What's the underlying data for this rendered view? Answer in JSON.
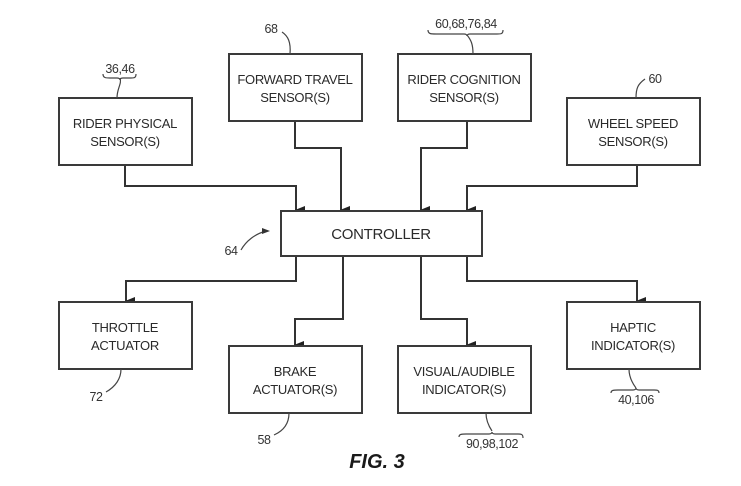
{
  "figure": {
    "caption": "FIG. 3",
    "controller": {
      "label": "CONTROLLER",
      "ref": "64"
    },
    "inputs": [
      {
        "id": "rider-physical",
        "line1": "RIDER PHYSICAL",
        "line2": "SENSOR(S)",
        "ref": "36,46"
      },
      {
        "id": "forward-travel",
        "line1": "FORWARD TRAVEL",
        "line2": "SENSOR(S)",
        "ref": "68"
      },
      {
        "id": "rider-cognition",
        "line1": "RIDER COGNITION",
        "line2": "SENSOR(S)",
        "ref": "60,68,76,84"
      },
      {
        "id": "wheel-speed",
        "line1": "WHEEL SPEED",
        "line2": "SENSOR(S)",
        "ref": "60"
      }
    ],
    "outputs": [
      {
        "id": "throttle-actuator",
        "line1": "THROTTLE",
        "line2": "ACTUATOR",
        "ref": "72"
      },
      {
        "id": "brake-actuator",
        "line1": "BRAKE",
        "line2": "ACTUATOR(S)",
        "ref": "58"
      },
      {
        "id": "visual-audible-indicator",
        "line1": "VISUAL/AUDIBLE",
        "line2": "INDICATOR(S)",
        "ref": "90,98,102"
      },
      {
        "id": "haptic-indicator",
        "line1": "HAPTIC",
        "line2": "INDICATOR(S)",
        "ref": "40,106"
      }
    ],
    "connections": [
      {
        "from": "rider-physical",
        "to": "controller"
      },
      {
        "from": "forward-travel",
        "to": "controller"
      },
      {
        "from": "rider-cognition",
        "to": "controller"
      },
      {
        "from": "wheel-speed",
        "to": "controller"
      },
      {
        "from": "controller",
        "to": "throttle-actuator"
      },
      {
        "from": "controller",
        "to": "brake-actuator"
      },
      {
        "from": "controller",
        "to": "visual-audible-indicator"
      },
      {
        "from": "controller",
        "to": "haptic-indicator"
      }
    ]
  }
}
